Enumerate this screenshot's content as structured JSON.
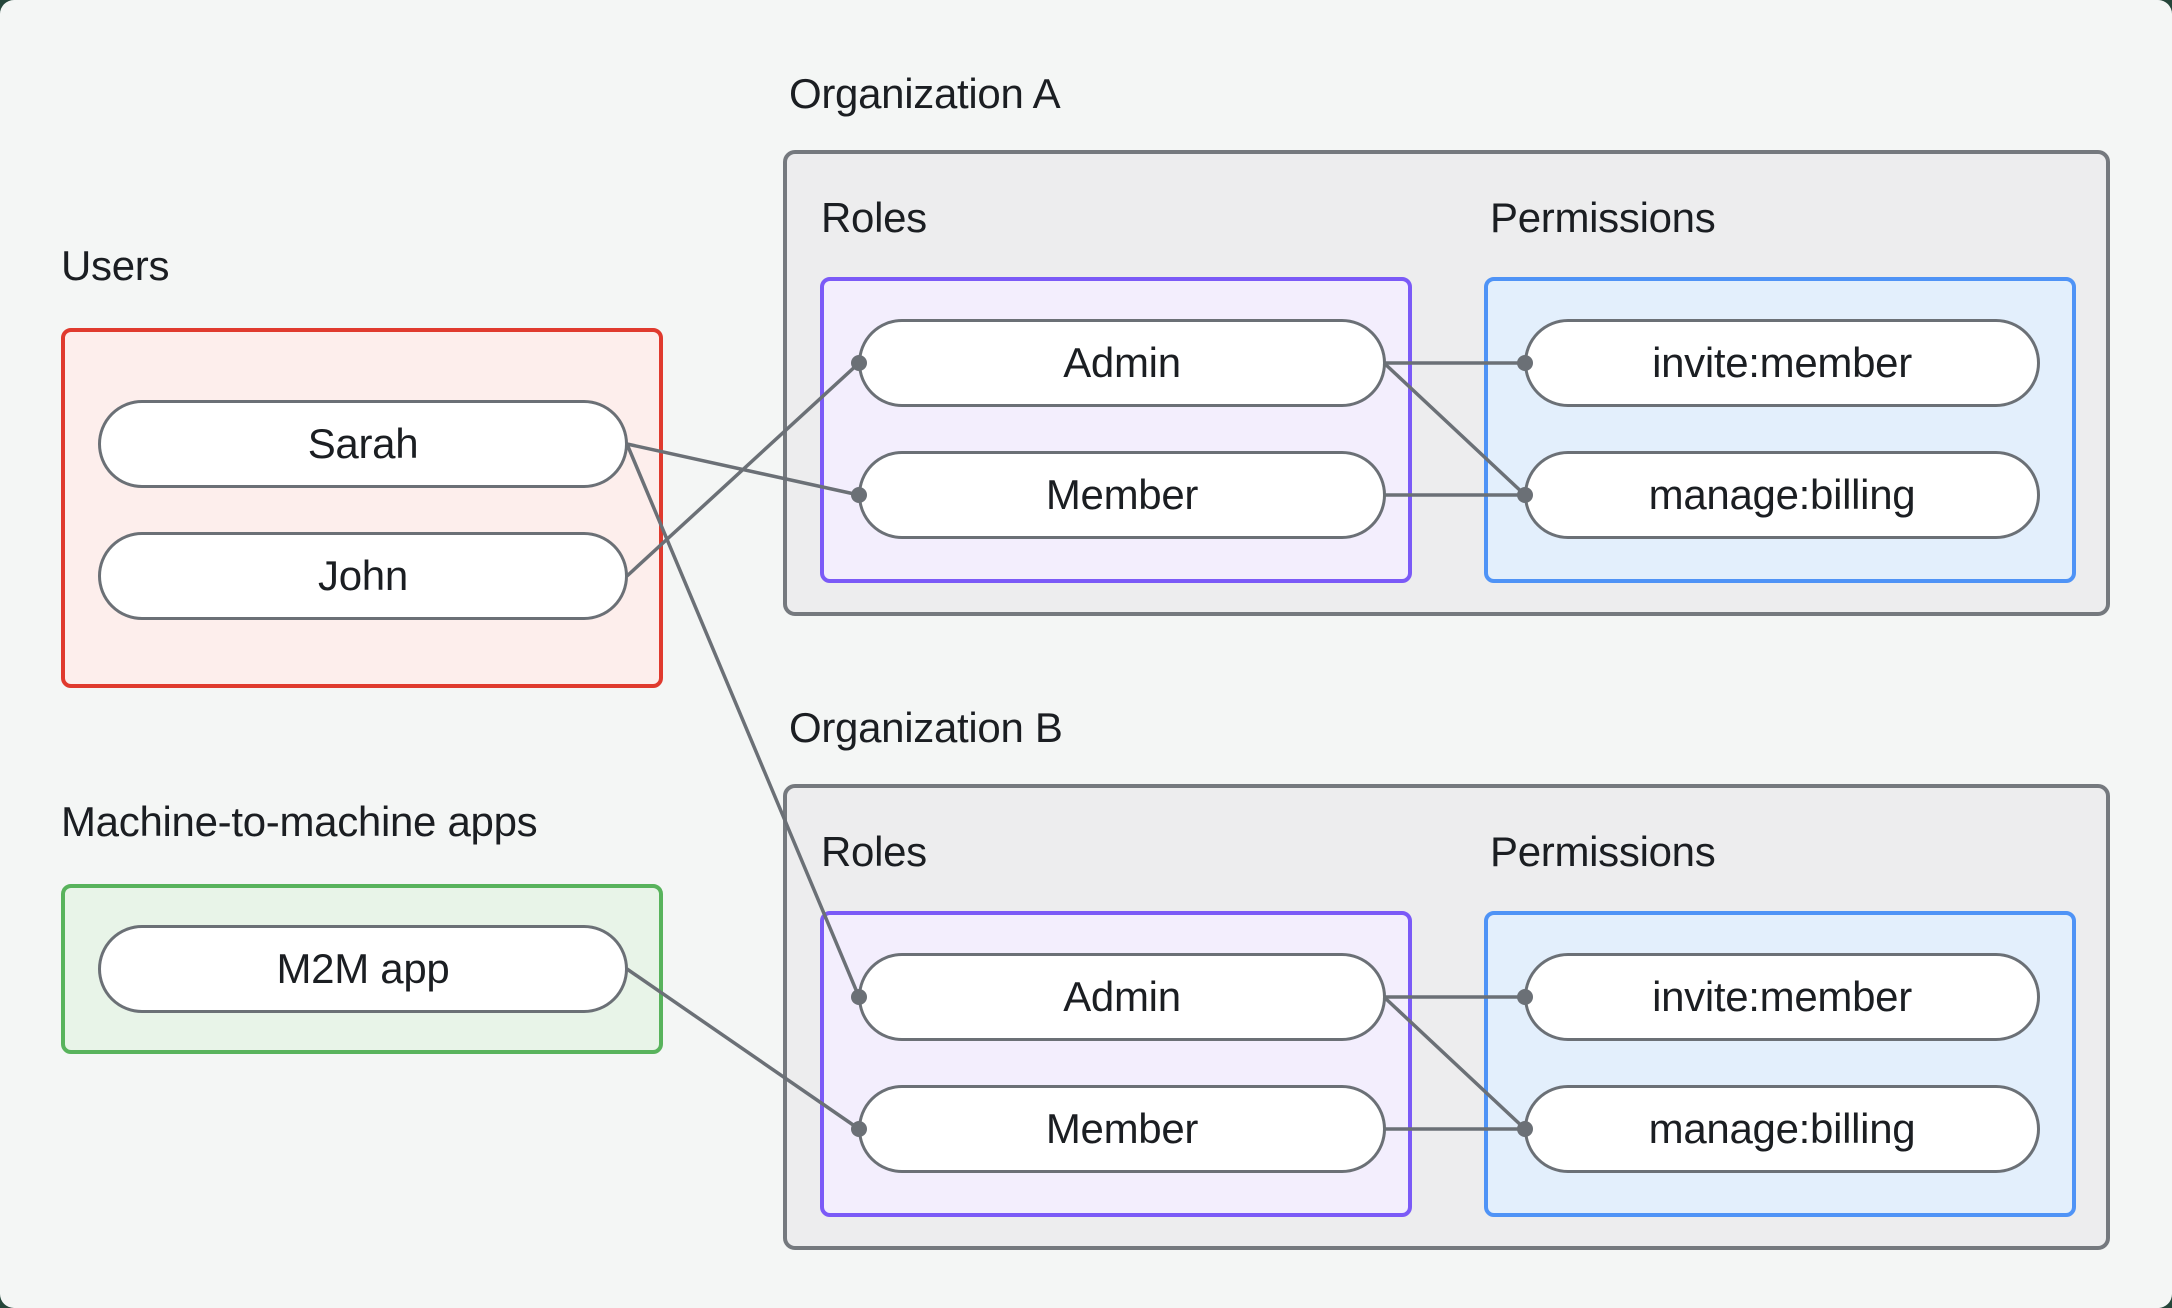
{
  "groups": {
    "users": {
      "label": "Users",
      "items": [
        "Sarah",
        "John"
      ]
    },
    "m2m": {
      "label": "Machine-to-machine apps",
      "items": [
        "M2M app"
      ]
    }
  },
  "organizations": [
    {
      "label": "Organization A",
      "roles": {
        "title": "Roles",
        "items": [
          "Admin",
          "Member"
        ]
      },
      "permissions": {
        "title": "Permissions",
        "items": [
          "invite:member",
          "manage:billing"
        ]
      }
    },
    {
      "label": "Organization B",
      "roles": {
        "title": "Roles",
        "items": [
          "Admin",
          "Member"
        ]
      },
      "permissions": {
        "title": "Permissions",
        "items": [
          "invite:member",
          "manage:billing"
        ]
      }
    }
  ],
  "edges": [
    {
      "from": "Sarah",
      "to": "Organization A / Member"
    },
    {
      "from": "John",
      "to": "Organization A / Admin"
    },
    {
      "from": "Sarah",
      "to": "Organization B / Admin"
    },
    {
      "from": "M2M app",
      "to": "Organization B / Member"
    },
    {
      "from": "Organization A / Admin",
      "to": "Organization A / invite:member"
    },
    {
      "from": "Organization A / Admin",
      "to": "Organization A / manage:billing"
    },
    {
      "from": "Organization A / Member",
      "to": "Organization A / manage:billing"
    },
    {
      "from": "Organization B / Admin",
      "to": "Organization B / invite:member"
    },
    {
      "from": "Organization B / Admin",
      "to": "Organization B / manage:billing"
    },
    {
      "from": "Organization B / Member",
      "to": "Organization B / manage:billing"
    }
  ],
  "colors": {
    "page-bg": "#25463a",
    "canvas-bg": "#f4f6f5",
    "panel-bg": "#ededee",
    "panel-border": "#75797e",
    "node-border": "#6b7076",
    "line": "#6b7076",
    "text": "#1b1e22",
    "red": "#e03a2e",
    "red-bg": "#fdeeec",
    "green": "#58b35c",
    "green-bg": "#e8f4e8",
    "purple": "#7b5af7",
    "purple-bg": "#f3eefd",
    "blue": "#4f93f6",
    "blue-bg": "#e3effc"
  }
}
